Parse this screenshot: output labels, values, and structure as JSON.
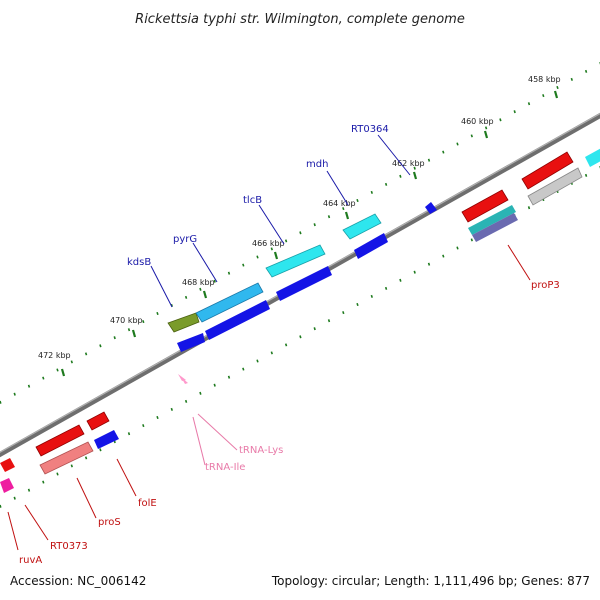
{
  "title": "Rickettsia typhi str. Wilmington, complete genome",
  "footer": {
    "accession": "Accession: NC_006142",
    "topology": "Topology: circular; Length: 1,111,496 bp; Genes: 877"
  },
  "kbp_labels": [
    "458 kbp",
    "460 kbp",
    "462 kbp",
    "464 kbp",
    "466 kbp",
    "468 kbp",
    "470 kbp",
    "472 kbp"
  ],
  "gene_labels_top": [
    "RT0364",
    "mdh",
    "tlcB",
    "pyrG",
    "kdsB"
  ],
  "gene_labels_bottom": [
    "proP3",
    "folE",
    "proS",
    "RT0373",
    "ruvA"
  ],
  "trna_labels": [
    "tRNA-Lys",
    "tRNA-Ile"
  ],
  "colors": {
    "backbone": "#6e6e6e",
    "cds_forward_cyan": "#2ee6ee",
    "cds_forward_sky": "#30b8ee",
    "cds_forward_olive": "#7a9b2a",
    "cds_forward_blue": "#1414e6",
    "cds_reverse_red": "#e81010",
    "cds_reverse_salmon": "#f08080",
    "cds_reverse_gray": "#c8c8c8",
    "trna_pink": "#ff99cc",
    "tick_green": "#1e7a1e",
    "label_blue": "#1a1aa8",
    "label_red": "#c01010"
  }
}
